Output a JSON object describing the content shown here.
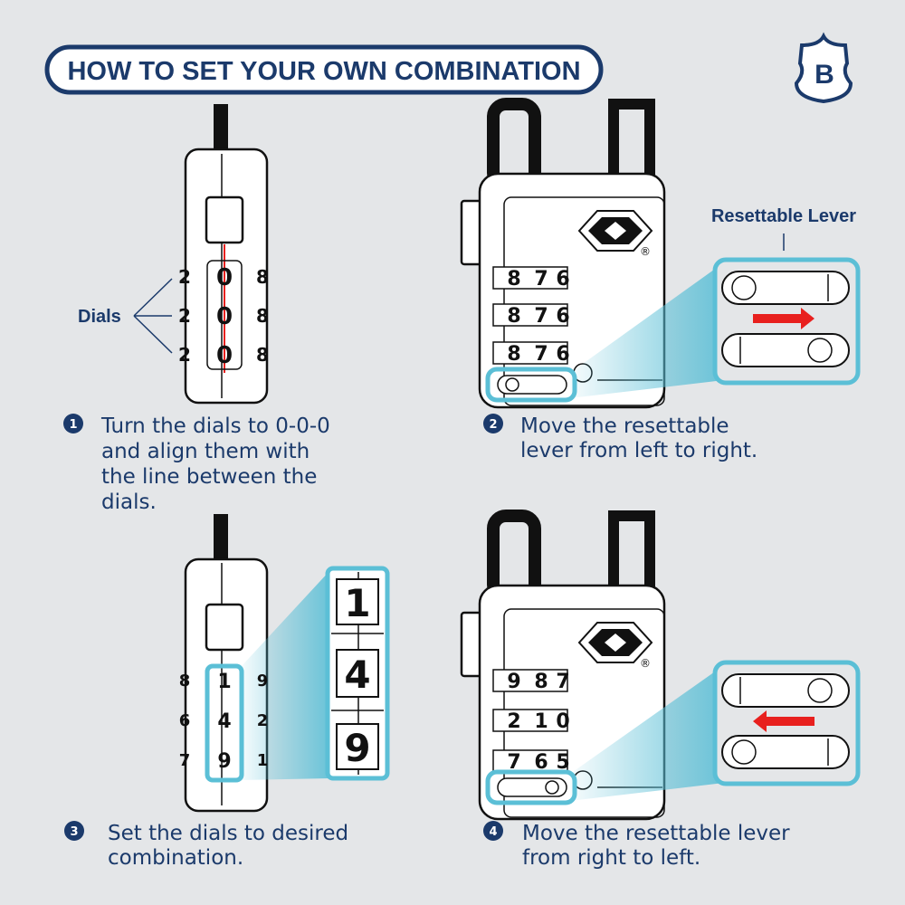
{
  "title": "HOW TO SET YOUR OWN COMBINATION",
  "logo": {
    "letter": "B",
    "icon": "shield-b-logo"
  },
  "colors": {
    "navy": "#1b3a6b",
    "highlight": "#5bbfd6",
    "arrow": "#e8201e",
    "background": "#e4e6e8"
  },
  "labels": {
    "dials": "Dials",
    "resettable_lever": "Resettable Lever",
    "registered": "®"
  },
  "steps": [
    {
      "number": "1",
      "lines": [
        "Turn the dials to 0-0-0",
        "and align them with",
        "the line between the",
        "dials."
      ]
    },
    {
      "number": "2",
      "lines": [
        "Move the resettable",
        "lever from left to right."
      ]
    },
    {
      "number": "3",
      "lines": [
        "Set the dials to desired",
        "combination."
      ]
    },
    {
      "number": "4",
      "lines": [
        "Move the resettable lever",
        "from right to left."
      ]
    }
  ],
  "panel1": {
    "dials": [
      "0",
      "0",
      "0"
    ],
    "side_left": [
      "2",
      "2",
      "2"
    ],
    "side_right": [
      "8",
      "8",
      "8"
    ]
  },
  "panel2": {
    "rows": [
      [
        "8",
        "7",
        "6"
      ],
      [
        "8",
        "7",
        "6"
      ],
      [
        "8",
        "7",
        "6"
      ]
    ],
    "arrow": "right"
  },
  "panel3": {
    "dials": [
      "1",
      "4",
      "9"
    ],
    "side_left": [
      "8",
      "6",
      "7"
    ],
    "side_right": [
      "9",
      "2",
      "1"
    ]
  },
  "panel4": {
    "rows": [
      [
        "9",
        "8",
        "7"
      ],
      [
        "2",
        "1",
        "0"
      ],
      [
        "7",
        "6",
        "5"
      ]
    ],
    "arrow": "left"
  }
}
